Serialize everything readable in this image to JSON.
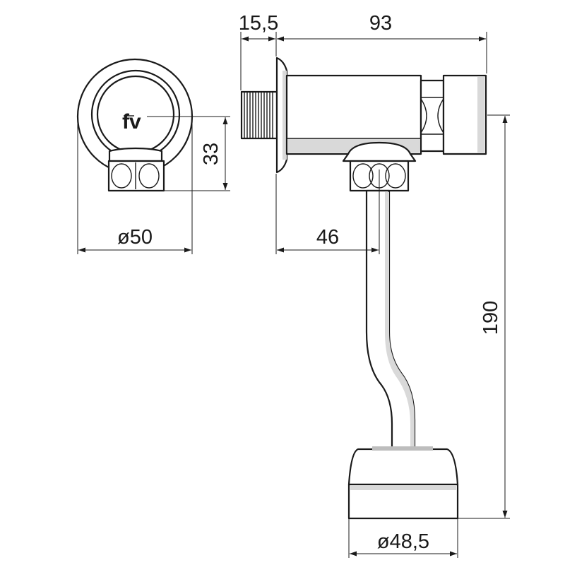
{
  "dimensions": {
    "flange_thickness": "15,5",
    "body_length": "93",
    "front_height": "33",
    "front_diameter": "ø50",
    "outlet_offset": "46",
    "total_height": "190",
    "spud_diameter": "ø48,5"
  },
  "logo": {
    "text": "fv"
  },
  "colors": {
    "line": "#1a1a1a",
    "fill": "#ffffff",
    "shade": "#d9d9d9"
  }
}
